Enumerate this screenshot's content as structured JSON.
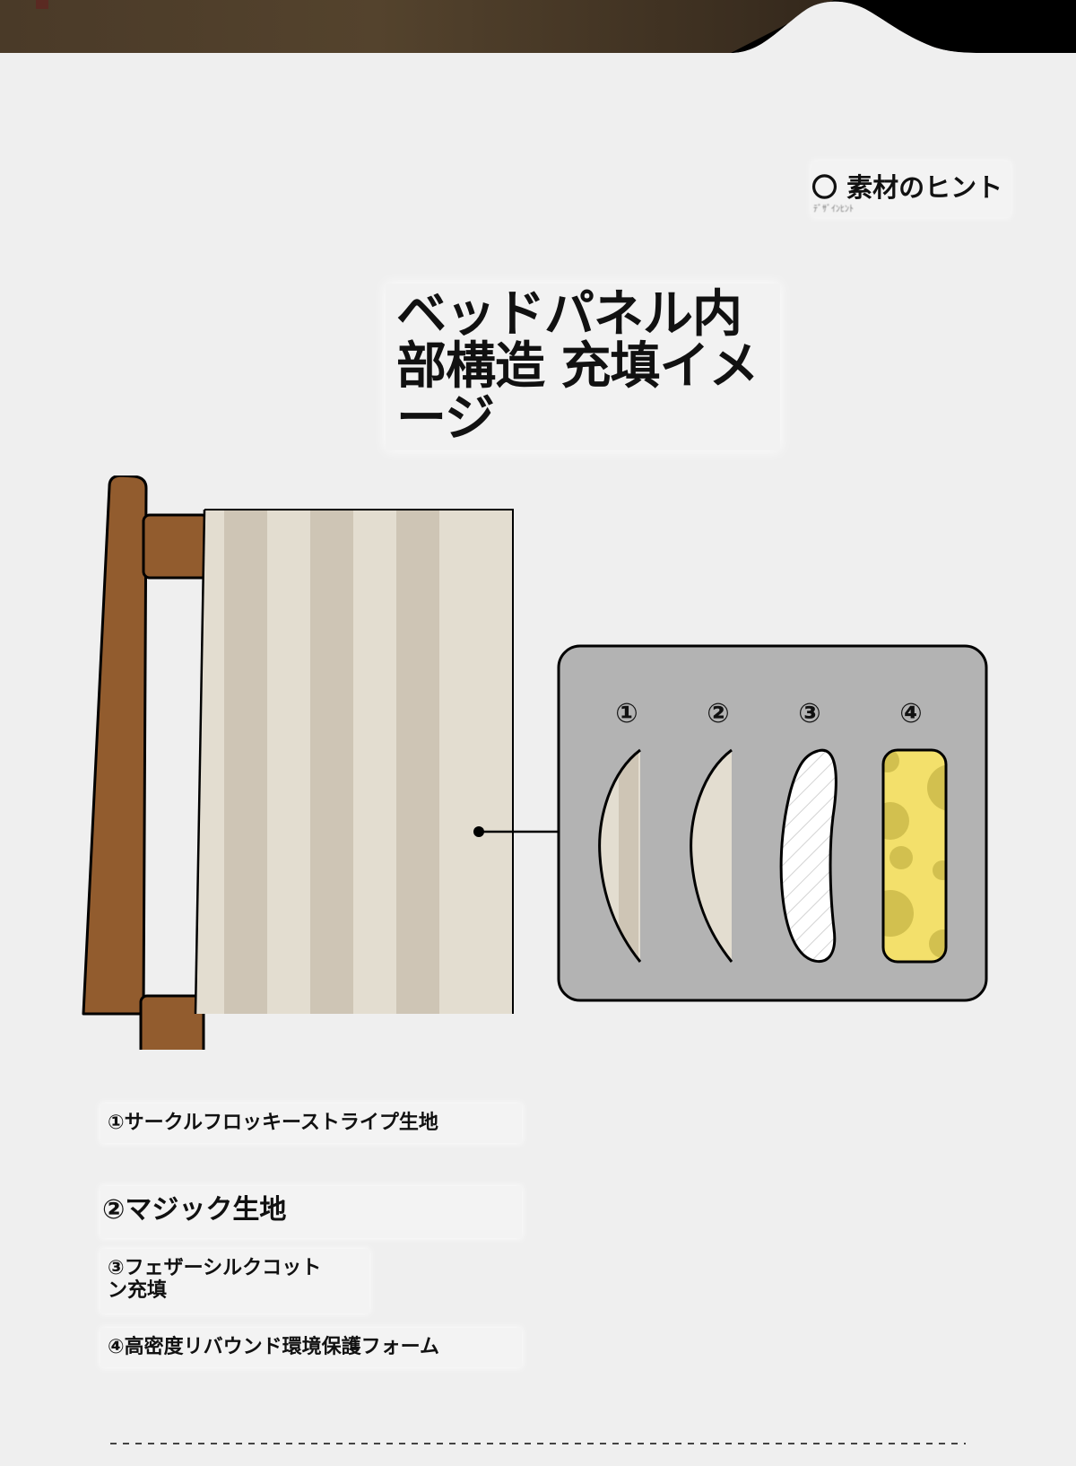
{
  "hint": {
    "label": "〇 素材のヒント",
    "sub": "ﾃﾞｻﾞｲﾝﾋﾝﾄ"
  },
  "title": {
    "text": "ベッドパネル内部構造 充填イメージ"
  },
  "diagram": {
    "callout_numbers": [
      "①",
      "②",
      "③",
      "④"
    ],
    "colors": {
      "wood": "#925c2e",
      "stripe_light": "#e3ddd0",
      "stripe_dark": "#cec5b5",
      "callout_bg": "#b3b3b3",
      "foam": "#f3e06b",
      "foam_spot": "#d2c04f"
    }
  },
  "labels": [
    "①サークルフロッキーストライプ生地",
    "②マジック生地",
    "③フェザーシルクコットン充填",
    "④高密度リバウンド環境保護フォーム"
  ]
}
